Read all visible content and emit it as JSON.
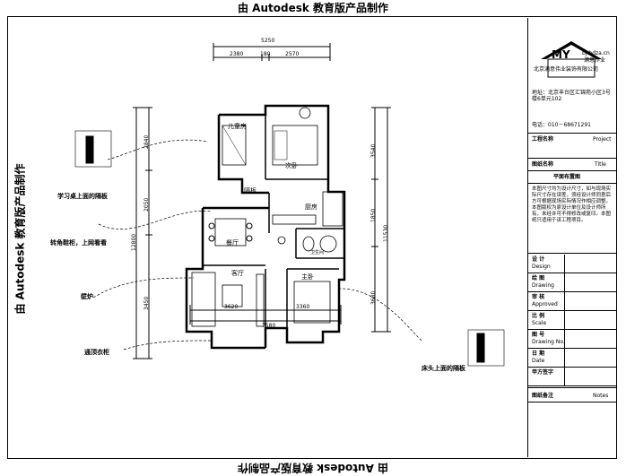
{
  "watermark": "由 Autodesk 教育版产品制作",
  "dimensions": {
    "top_total": "5250",
    "top_left": "2380",
    "top_mid": "180",
    "top_right": "2570",
    "bottom_left": "3620",
    "bottom_right": "3360",
    "bottom_total": "7580",
    "left_upper": "2840",
    "left_mid": "2050",
    "left_lower": "3450",
    "left_total": "12800",
    "right_upper": "3540",
    "right_mid": "1850",
    "right_lower": "3680",
    "right_total": "11530"
  },
  "rooms": {
    "kids_room": "儿童房",
    "bedroom": "次卧",
    "kitchen": "厨房",
    "bathroom": "卫生间",
    "dining": "餐厅",
    "living": "客厅",
    "master": "主卧",
    "partition_small": "隔板"
  },
  "annotations": {
    "study_partition": "学习桌上面的隔板",
    "corner_shoe": "转角鞋柜，上网看看",
    "fireplace": "壁炉",
    "cloakroom": "通顶衣柜",
    "bedhead_partition": "床头上面的隔板"
  },
  "title_block": {
    "company_logo": "MY",
    "website": "bj.bdza.cn",
    "company_tag": "满意作业",
    "company_name": "北京满意伟业装饰有限公司",
    "address_label": "地址：",
    "address": "北京丰台区汇锦苑小区3号楼6单元102",
    "phone": "电话：010－68671291",
    "project_cn": "工程名称",
    "project_en": "Project",
    "title_cn": "图纸名称",
    "title_en": "Title",
    "drawing_title": "平面布置图",
    "notes": "本图尺寸均为设计尺寸，如与现场实际尺寸存在误差，须经设计师同意后方可根据现场实际情况作相应调整。\n本图版权为原设计单位及设计师所有，未经许可不得修改或复印。本图纸只适用于该工程项目。",
    "rows": [
      {
        "cn": "设 计",
        "en": "Design"
      },
      {
        "cn": "绘 图",
        "en": "Drawing"
      },
      {
        "cn": "审 核",
        "en": "Approved"
      },
      {
        "cn": "比 例",
        "en": "Scale"
      },
      {
        "cn": "图 号",
        "en": "Drawing No."
      },
      {
        "cn": "日 期",
        "en": "Date"
      },
      {
        "cn": "甲方签字",
        "en": ""
      }
    ],
    "remarks_cn": "图纸备注",
    "remarks_en": "Notes"
  }
}
